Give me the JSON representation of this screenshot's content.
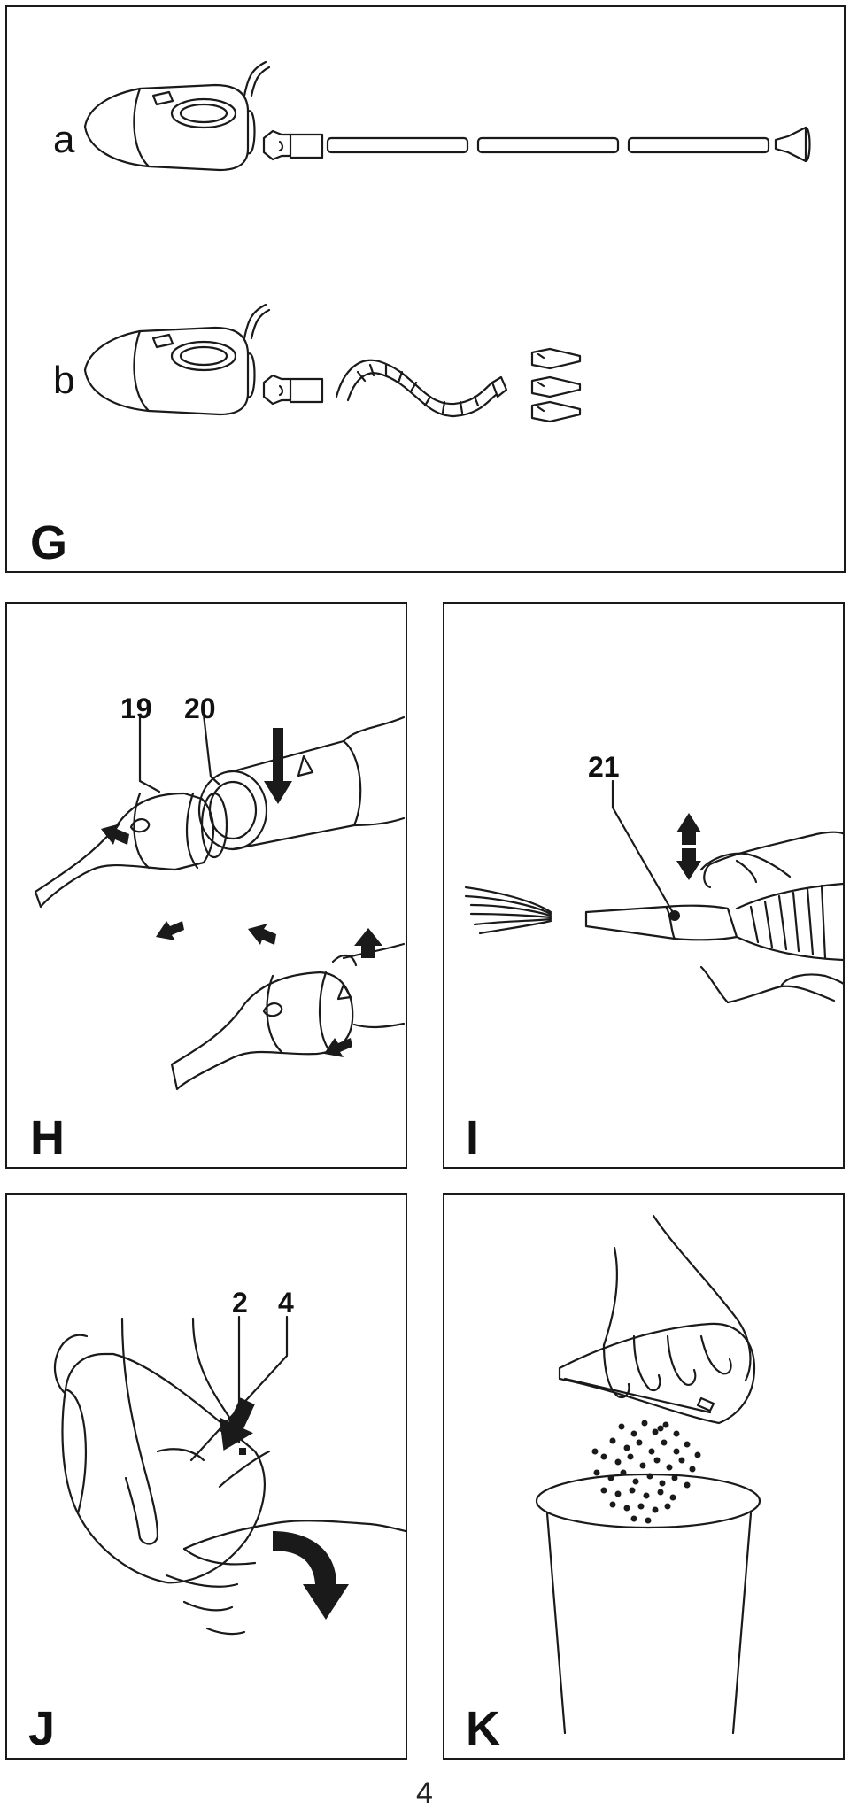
{
  "page_number": "4",
  "panels": {
    "G": {
      "label": "G",
      "row_a": "a",
      "row_b": "b"
    },
    "H": {
      "label": "H",
      "callout_19": "19",
      "callout_20": "20"
    },
    "I": {
      "label": "I",
      "callout_21": "21"
    },
    "J": {
      "label": "J",
      "callout_2": "2",
      "callout_4": "4"
    },
    "K": {
      "label": "K"
    }
  }
}
